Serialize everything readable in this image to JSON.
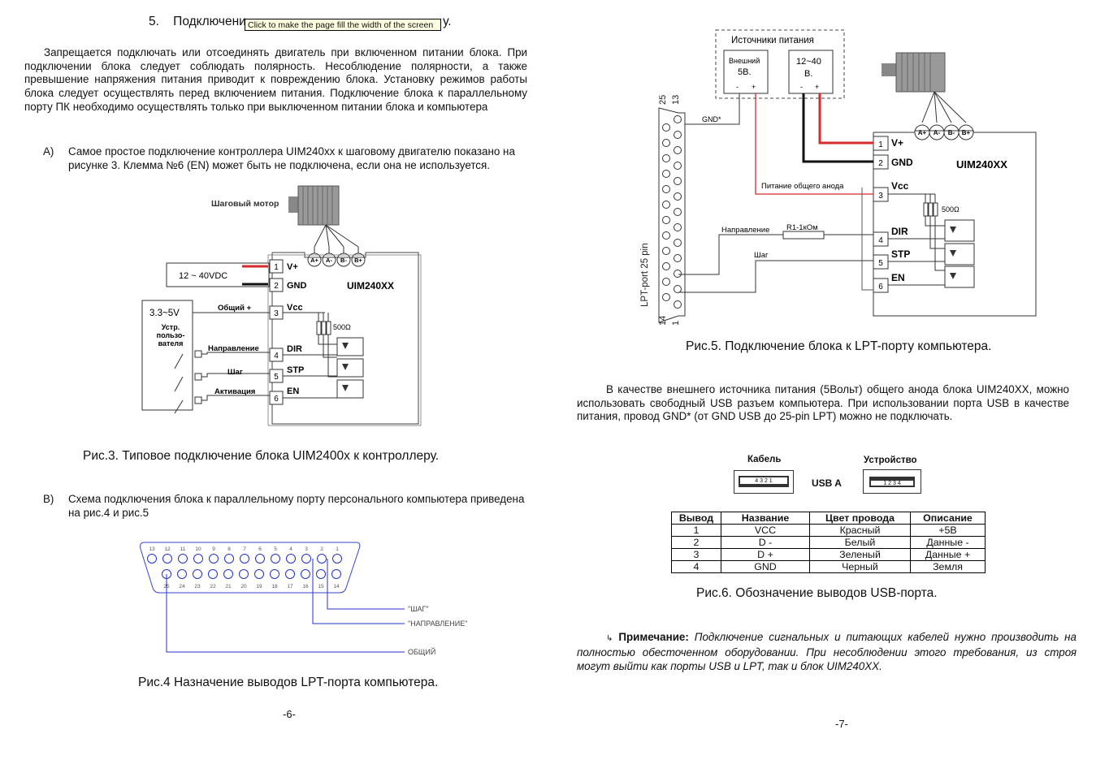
{
  "left_page": {
    "section_number": "5.",
    "section_title_visible_start": "Подключени",
    "section_title_visible_end": "у.",
    "tooltip": "Click to make the page fill the width of the screen",
    "warning_paragraph": "Запрещается подключать или отсоединять двигатель при включенном питании блока. При подключении блока следует соблюдать полярность. Несоблюдение полярности, а также превышение напряжения питания приводит к повреждению блока. Установку режимов работы блока следует осуществлять перед включением питания. Подключение блока к параллельному порту ПК необходимо осуществлять только при выключенном питании блока и компьютера",
    "item_a_marker": "A)",
    "item_a_text": "Самое простое подключение контроллера UIM240xx  к шаговому двигателю показано на рисунке 3. Клемма №6 (EN) может быть не подключена, если она не используется.",
    "fig3": {
      "motor_label": "Шаговый мотор",
      "supply_label": "12 ~ 40VDC",
      "user_voltage": "3.3~5V",
      "user_device": [
        "Устр.",
        "пользо-",
        "вателя"
      ],
      "wire_common": "Общий +",
      "wire_dir": "Направление",
      "wire_step": "Шаг",
      "wire_en": "Активация",
      "unit": "UIM240XX",
      "resistor": "500Ω",
      "pins": [
        "1",
        "2",
        "3",
        "4",
        "5",
        "6"
      ],
      "pin_labels": [
        "V+",
        "GND",
        "Vcc",
        "DIR",
        "STP",
        "EN"
      ],
      "coil_labels": [
        "A+",
        "A-",
        "B-",
        "B+"
      ]
    },
    "fig3_caption": "Рис.3. Типовое подключение блока UIM2400x к контроллеру.",
    "item_b_marker": "B)",
    "item_b_text": "Схема подключения блока к параллельному порту  персонального компьютера приведена на рис.4 и рис.5",
    "fig4": {
      "top_pins": [
        "13",
        "12",
        "11",
        "10",
        "9",
        "8",
        "7",
        "6",
        "5",
        "4",
        "3",
        "2",
        "1"
      ],
      "bottom_pins": [
        "25",
        "24",
        "23",
        "22",
        "21",
        "20",
        "19",
        "18",
        "17",
        "16",
        "15",
        "14"
      ],
      "label_step": "\"ШАГ\"",
      "label_dir": "\"НАПРАВЛЕНИЕ\"",
      "label_common": "ОБЩИЙ"
    },
    "fig4_caption": "Рис.4 Назначение выводов LPT-порта компьютера.",
    "page_number": "-6-"
  },
  "right_page": {
    "fig5": {
      "power_sources_title": "Источники питания",
      "ext_source": [
        "Внешний",
        "5В."
      ],
      "main_source": [
        "12~40",
        "В."
      ],
      "gnd_star": "GND*",
      "common_anode": "Питание общего анода",
      "dir_label": "Направление",
      "resistor_r1": "R1-1кОм",
      "step_label": "Шаг",
      "resistor": "500Ω",
      "unit": "UIM240XX",
      "lpt_label": "LPT-port 25 pin",
      "lpt_pins": [
        "25",
        "13",
        "14",
        "1"
      ],
      "pins": [
        "1",
        "2",
        "3",
        "4",
        "5",
        "6"
      ],
      "pin_labels": [
        "V+",
        "GND",
        "Vcc",
        "DIR",
        "STP",
        "EN"
      ],
      "coil_labels": [
        "A+",
        "A-",
        "B-",
        "B+"
      ]
    },
    "fig5_caption": "Рис.5.  Подключение блока к LPT-порту компьютера.",
    "usb_paragraph": "В качестве внешнего источника питания (5Вольт) общего анода блока UIM240XX, можно использовать свободный USB разъем компьютера. При использовании порта USB в качестве питания, провод GND* (от GND USB до 25-pin LPT) можно не подключать.",
    "usb_fig": {
      "cable": "Кабель",
      "device": "Устройство",
      "usb_a": "USB A",
      "cable_pins": "4 3 2 1",
      "device_pins": "1 2 3 4"
    },
    "usb_table": {
      "headers": [
        "Вывод",
        "Название",
        "Цвет провода",
        "Описание"
      ],
      "rows": [
        [
          "1",
          "VCC",
          "Красный",
          "+5В"
        ],
        [
          "2",
          "D -",
          "Белый",
          "Данные -"
        ],
        [
          "3",
          "D +",
          "Зеленый",
          "Данные +"
        ],
        [
          "4",
          "GND",
          "Черный",
          "Земля"
        ]
      ]
    },
    "fig6_caption": "Рис.6.  Обозначение выводов USB-порта.",
    "note_label": "Примечание:",
    "note_text": "Подключение сигнальных и питающих кабелей нужно производить на полностью обесточенном оборудовании. При несоблюдении этого требования, из строя могут выйти как порты USB и LPT, так и блок UIM240XX.",
    "page_number": "-7-"
  },
  "colors": {
    "red_wire": "#d62b2b",
    "blue_wire": "#2233cc",
    "tooltip_bg": "#ffffe1"
  }
}
